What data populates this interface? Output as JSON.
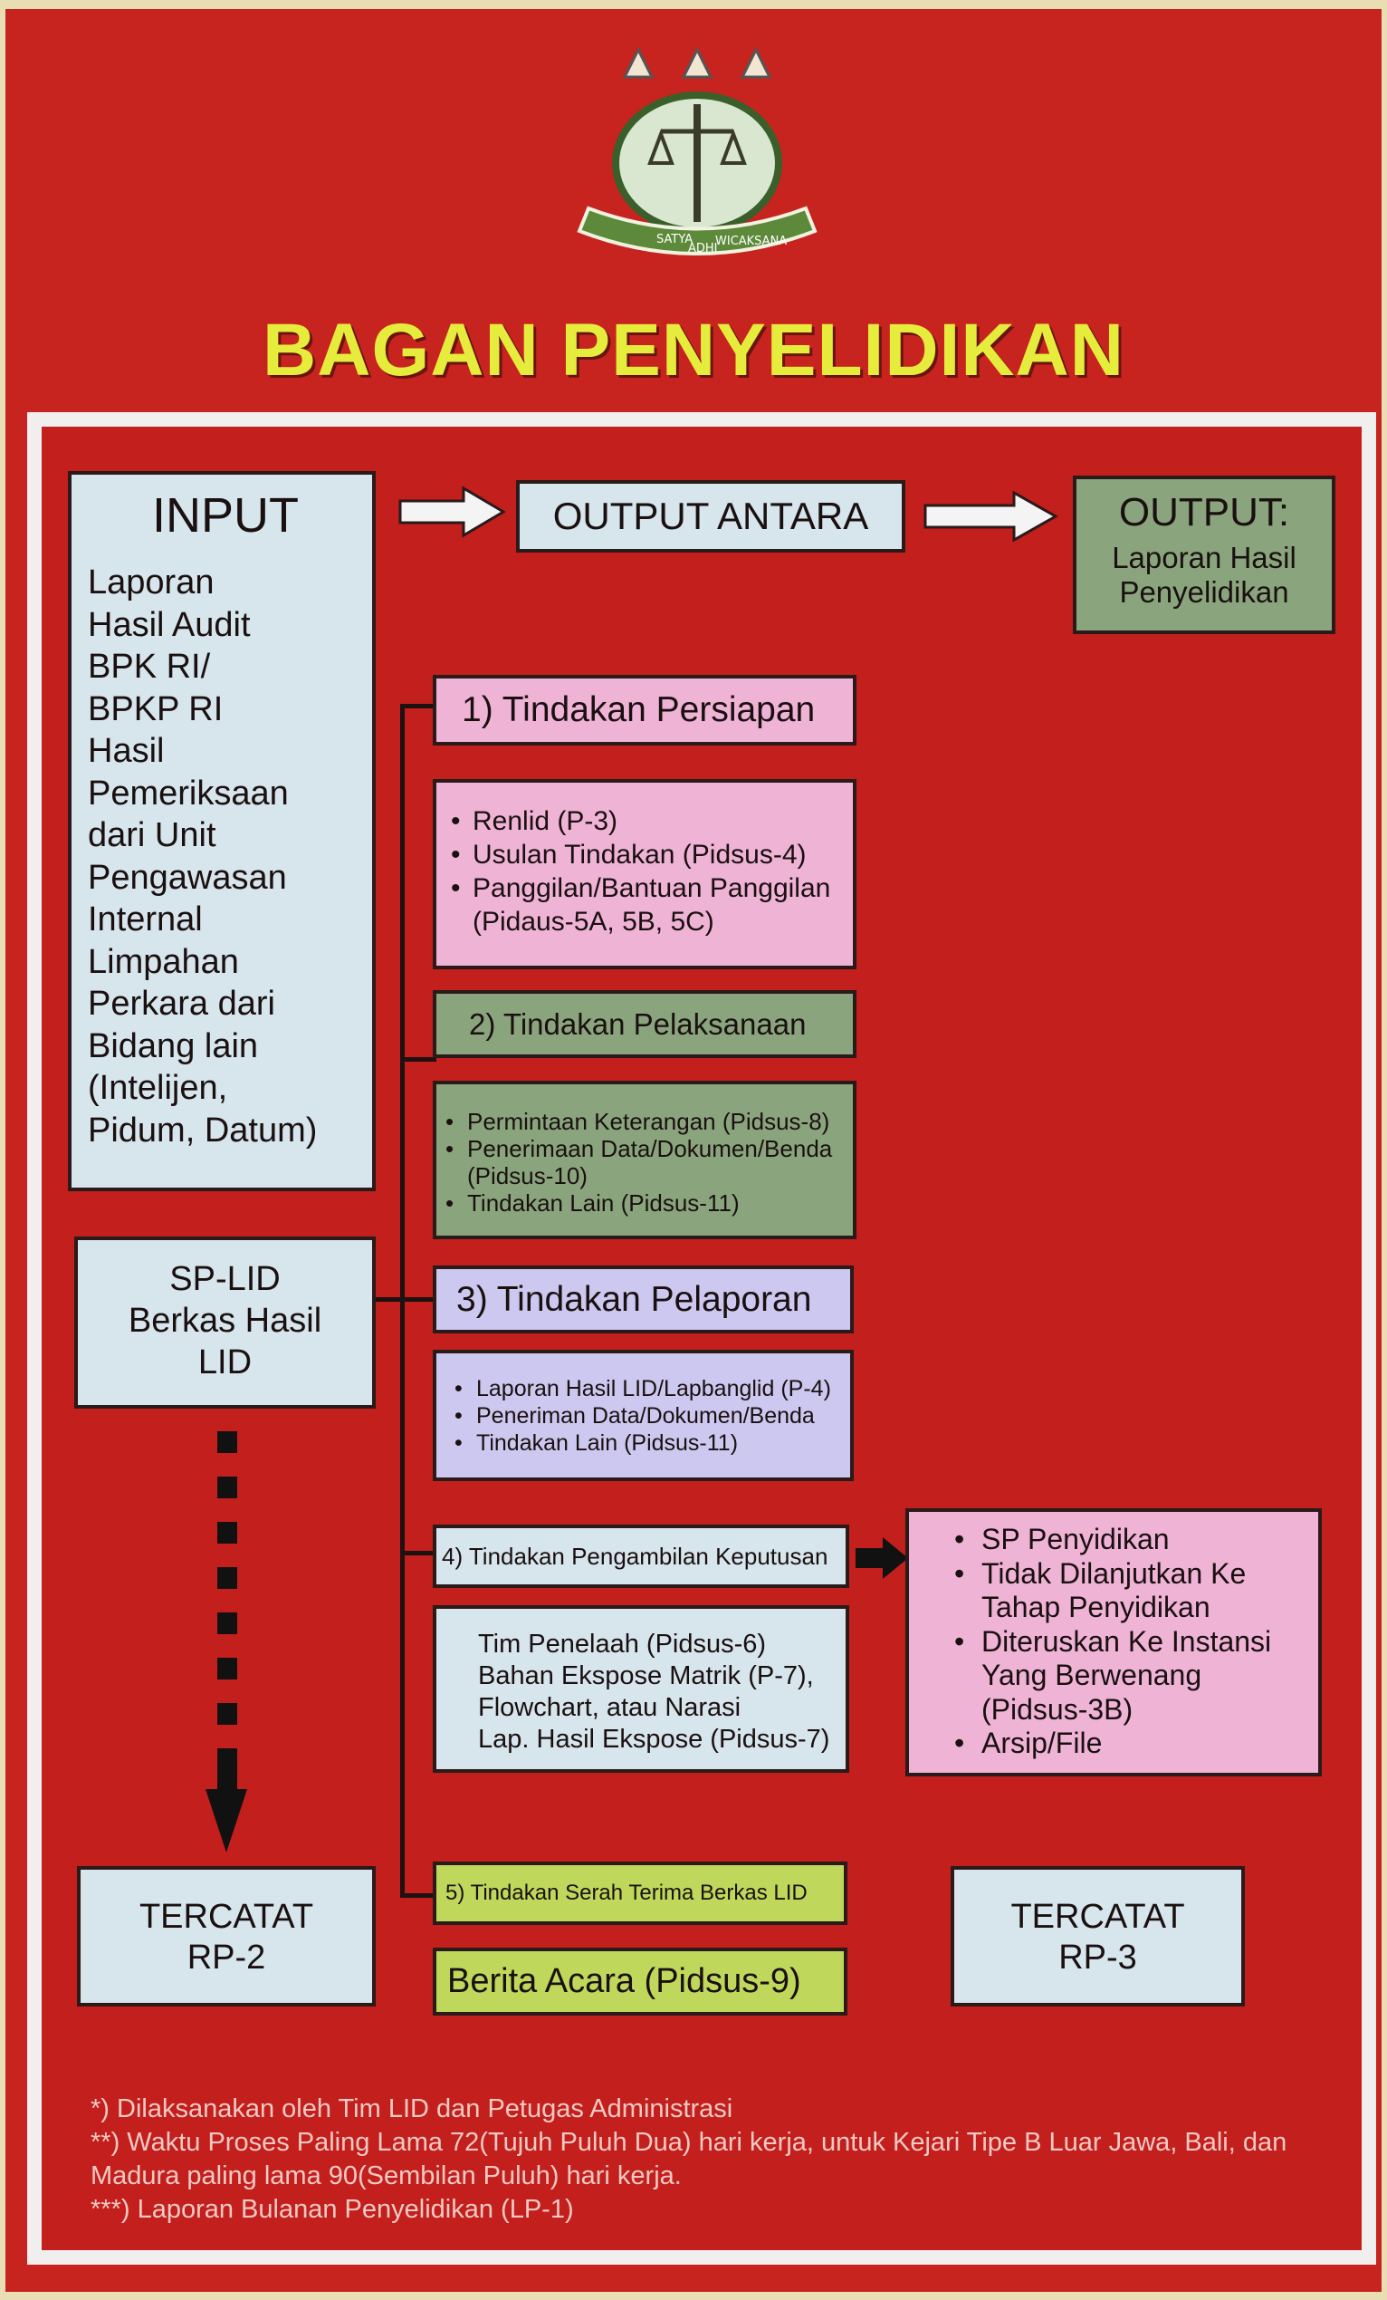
{
  "title": "BAGAN PENYELIDIKAN",
  "emblem": {
    "motto": [
      "SATYA",
      "ADHI",
      "WICAKSANA"
    ]
  },
  "input": {
    "heading": "INPUT",
    "items": [
      "Laporan",
      "Hasil Audit",
      "BPK RI/",
      "BPKP RI",
      "Hasil",
      "Pemeriksaan",
      "dari Unit",
      "Pengawasan",
      "Internal",
      "Limpahan",
      "Perkara dari",
      "Bidang lain",
      "(Intelijen,",
      "Pidum, Datum)"
    ]
  },
  "output_antara": {
    "label": "OUTPUT ANTARA"
  },
  "output": {
    "heading": "OUTPUT:",
    "line1": "Laporan Hasil",
    "line2": "Penyelidikan"
  },
  "sp_lid": {
    "line1": "SP-LID",
    "line2": "Berkas Hasil",
    "line3": "LID"
  },
  "steps": [
    {
      "title": "1) Tindakan Persiapan",
      "items": [
        "Renlid (P-3)",
        "Usulan Tindakan (Pidsus-4)",
        "Panggilan/Bantuan Panggilan (Pidaus-5A, 5B, 5C)"
      ]
    },
    {
      "title": "2) Tindakan Pelaksanaan",
      "items": [
        "Permintaan Keterangan (Pidsus-8)",
        "Penerimaan Data/Dokumen/Benda (Pidsus-10)",
        "Tindakan Lain (Pidsus-11)"
      ]
    },
    {
      "title": "3) Tindakan Pelaporan",
      "items": [
        "Laporan Hasil LID/Lapbanglid (P-4)",
        "Peneriman Data/Dokumen/Benda",
        "Tindakan Lain (Pidsus-11)"
      ]
    },
    {
      "title": "4) Tindakan Pengambilan Keputusan",
      "items": [
        "Tim Penelaah (Pidsus-6)",
        "Bahan Ekspose Matrik (P-7),",
        "Flowchart, atau Narasi",
        "Lap. Hasil Ekspose (Pidsus-7)"
      ]
    },
    {
      "title": "5) Tindakan Serah Terima Berkas LID",
      "items": [
        "Berita Acara (Pidsus-9)"
      ]
    }
  ],
  "decision_outcomes": [
    "SP Penyidikan",
    "Tidak Dilanjutkan Ke Tahap Penyidikan",
    "Diteruskan Ke Instansi Yang Berwenang (Pidsus-3B)",
    "Arsip/File"
  ],
  "tercatat_rp2": {
    "line1": "TERCATAT",
    "line2": "RP-2"
  },
  "tercatat_rp3": {
    "line1": "TERCATAT",
    "line2": "RP-3"
  },
  "footnotes": [
    "*) Dilaksanakan oleh Tim LID dan Petugas Administrasi",
    "**) Waktu Proses Paling Lama 72(Tujuh Puluh Dua) hari kerja, untuk Kejari Tipe B Luar Jawa, Bali, dan Madura paling lama 90(Sembilan Puluh) hari kerja.",
    "***) Laporan Bulanan Penyelidikan (LP-1)"
  ],
  "colors": {
    "board": "#c7231f",
    "title": "#e6ec3b",
    "lightblue": "#d7e5ec",
    "pink": "#efb3d6",
    "green": "#8aa57d",
    "lime": "#bfd85c",
    "lavender": "#ccc8ef"
  }
}
